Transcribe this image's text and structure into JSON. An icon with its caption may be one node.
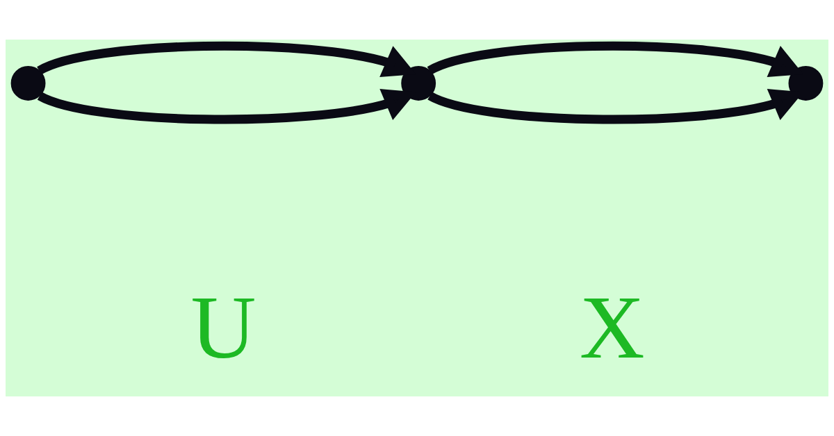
{
  "diagram": {
    "nodes": [
      {
        "text": [],
        "shape": "circle"
      },
      {
        "text": [],
        "shape": "circle"
      },
      {
        "text": [],
        "shape": "circle"
      }
    ],
    "edges": [
      {
        "from": 0,
        "to": 1,
        "arrow": "to"
      },
      {
        "from": 0,
        "to": 1,
        "arrow": "to"
      },
      {
        "from": 1,
        "to": 2,
        "arrow": "to"
      },
      {
        "from": 1,
        "to": 2,
        "arrow": "to"
      }
    ],
    "labels": [
      "U",
      "X"
    ]
  }
}
